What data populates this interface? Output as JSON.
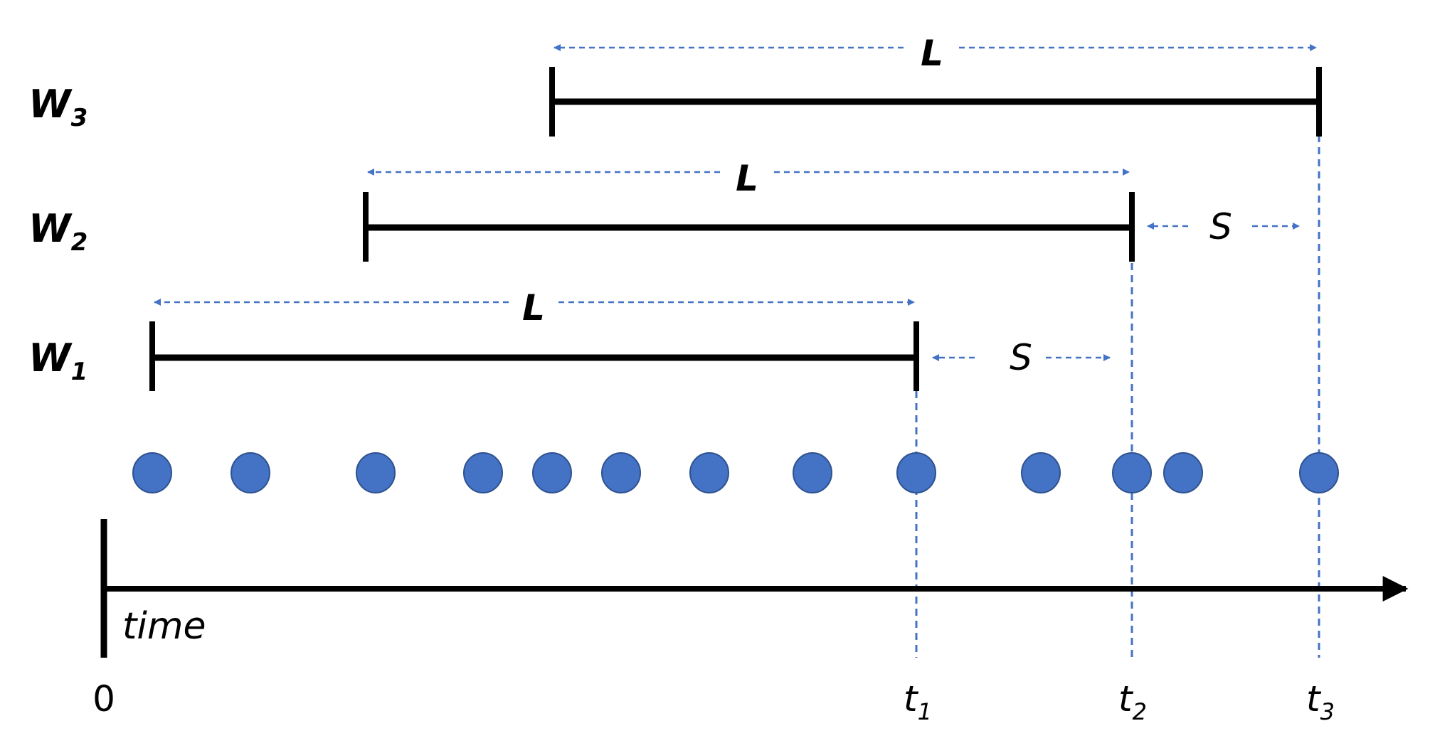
{
  "windows": [
    {
      "label_main": "W",
      "label_sub": "1",
      "length_label": "L",
      "slide_label": "S"
    },
    {
      "label_main": "W",
      "label_sub": "2",
      "length_label": "L",
      "slide_label": "S"
    },
    {
      "label_main": "W",
      "label_sub": "3",
      "length_label": "L"
    }
  ],
  "axis": {
    "label": "time",
    "origin_label": "0",
    "ticks": [
      {
        "main": "t",
        "sub": "1"
      },
      {
        "main": "t",
        "sub": "2"
      },
      {
        "main": "t",
        "sub": "3"
      }
    ]
  },
  "event_count": 13,
  "colors": {
    "line": "#000000",
    "dashed": "#4472C4",
    "dot_fill": "#4472C4",
    "dot_stroke": "#2F528F"
  }
}
